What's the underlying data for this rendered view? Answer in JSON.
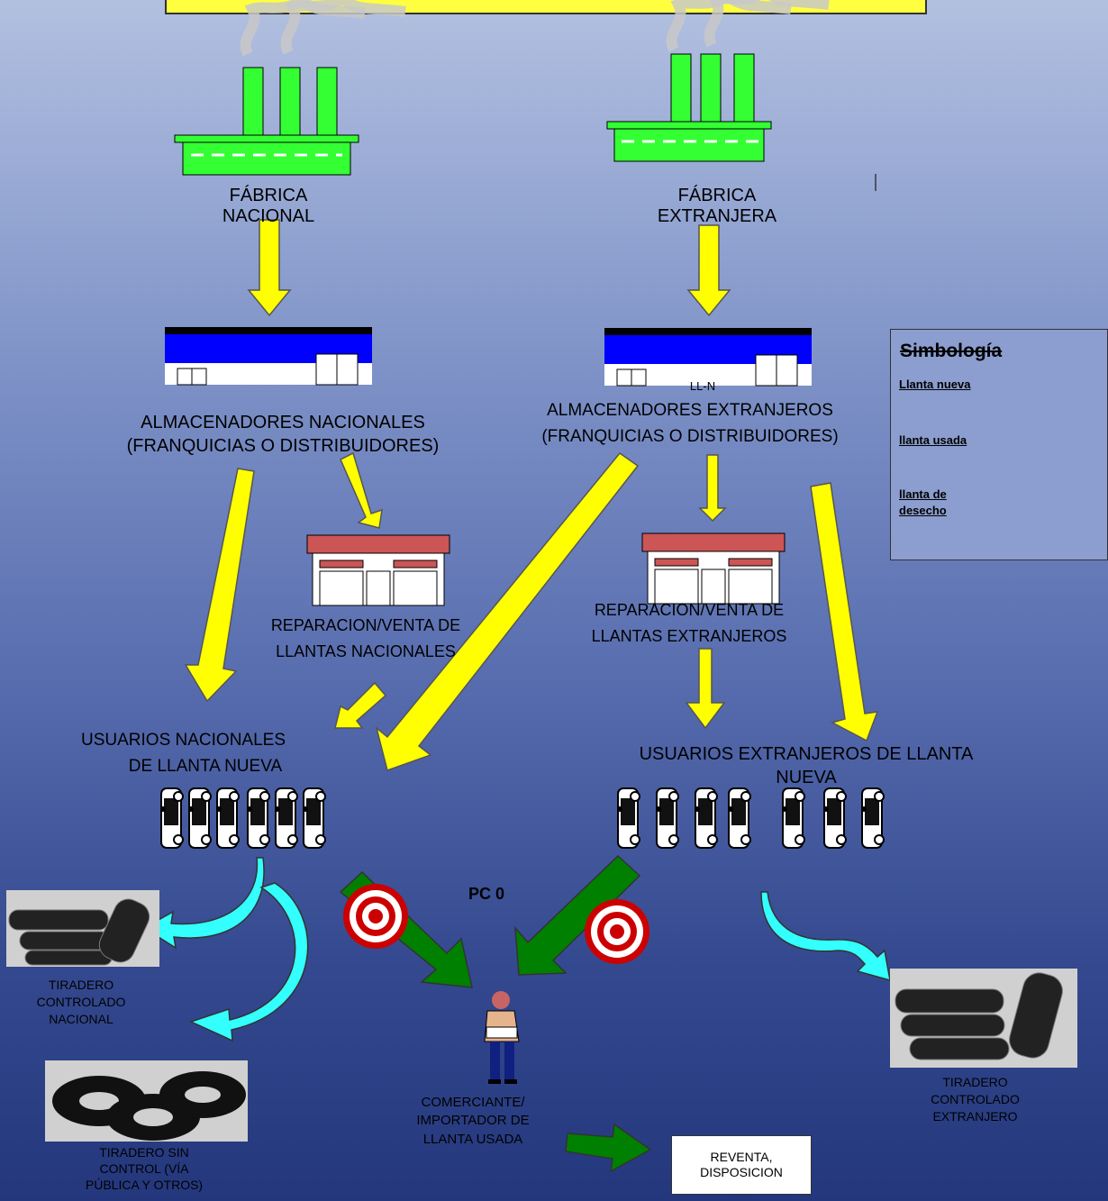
{
  "header_box": {
    "text": ""
  },
  "factories": {
    "nacional": "FÁBRICA\nNACIONAL",
    "extranjera": "FÁBRICA\nEXTRANJERA"
  },
  "warehouses": {
    "nacional": "ALMACENADORES NACIONALES\n(FRANQUICIAS O DISTRIBUIDORES)",
    "extranjero_tag": "LL-N",
    "extranjero": "ALMACENADORES EXTRANJEROS\n(FRANQUICIAS O DISTRIBUIDORES)"
  },
  "shops": {
    "nacional": "REPARACION/VENTA DE\nLLANTAS NACIONALES",
    "extranjero": "REPARACION/VENTA DE\nLLANTAS EXTRANJEROS"
  },
  "users": {
    "nacional": "USUARIOS NACIONALES\n          DE LLANTA NUEVA",
    "extranjero": "USUARIOS EXTRANJEROS DE LLANTA\nNUEVA"
  },
  "control_point": "PC 0",
  "dumps": {
    "controlado_nacional": "TIRADERO\nCONTROLADO\nNACIONAL",
    "sin_control": "TIRADERO SIN\nCONTROL (VÍA\nPÚBLICA Y OTROS)",
    "controlado_extranjero": "TIRADERO\nCONTROLADO\nEXTRANJERO"
  },
  "merchant": "COMERCIANTE/\nIMPORTADOR DE\nLLANTA USADA",
  "resale": "REVENTA,\nDISPOSICION",
  "legend": {
    "title": "Simbología",
    "new_tire": "Llanta nueva",
    "used_tire": "llanta usada",
    "waste_tire": "llanta de\ndesecho",
    "colors": {
      "new": "#ffff00",
      "used": "#008000",
      "waste": "#33ffff"
    }
  }
}
